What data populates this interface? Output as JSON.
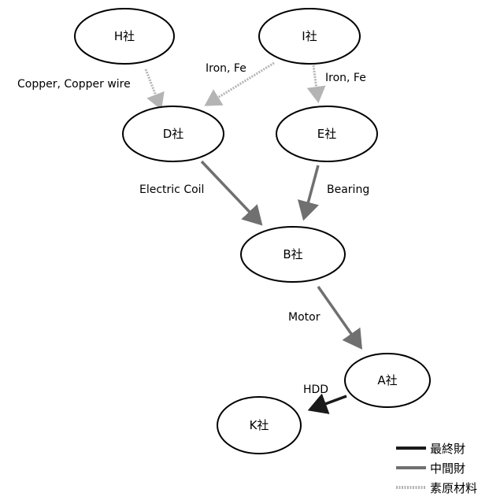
{
  "nodes": {
    "H": {
      "label": "H社"
    },
    "I": {
      "label": "I社"
    },
    "D": {
      "label": "D社"
    },
    "E": {
      "label": "E社"
    },
    "B": {
      "label": "B社"
    },
    "A": {
      "label": "A社"
    },
    "K": {
      "label": "K社"
    }
  },
  "edges": {
    "h_to_d": {
      "label": "Copper, Copper wire",
      "type": "raw"
    },
    "i_to_d": {
      "label": "Iron, Fe",
      "type": "raw"
    },
    "i_to_e": {
      "label": "Iron, Fe",
      "type": "raw"
    },
    "d_to_b": {
      "label": "Electric Coil",
      "type": "intermediate"
    },
    "e_to_b": {
      "label": "Bearing",
      "type": "intermediate"
    },
    "b_to_a": {
      "label": "Motor",
      "type": "intermediate"
    },
    "a_to_k": {
      "label": "HDD",
      "type": "final"
    }
  },
  "legend": {
    "final": {
      "label": "最終財",
      "color": "#1a1a1a"
    },
    "intermediate": {
      "label": "中間財",
      "color": "#707070"
    },
    "raw": {
      "label": "素原材料",
      "color": "#b4b4b4"
    }
  }
}
